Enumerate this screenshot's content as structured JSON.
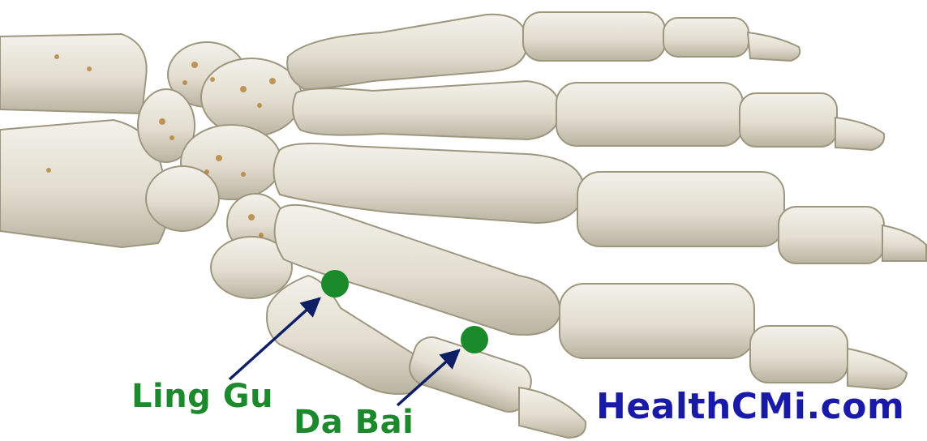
{
  "annotations": {
    "ling_gu": "Ling Gu",
    "da_bai": "Da Bai"
  },
  "watermark": "HealthCMi.com",
  "colors": {
    "point": "#1a8a2a",
    "label": "#1c8a2c",
    "arrow": "#0f1f66",
    "watermark": "#1a1aa8",
    "bone": "#e6e2d6",
    "bone_shade": "#b9b3a1"
  }
}
